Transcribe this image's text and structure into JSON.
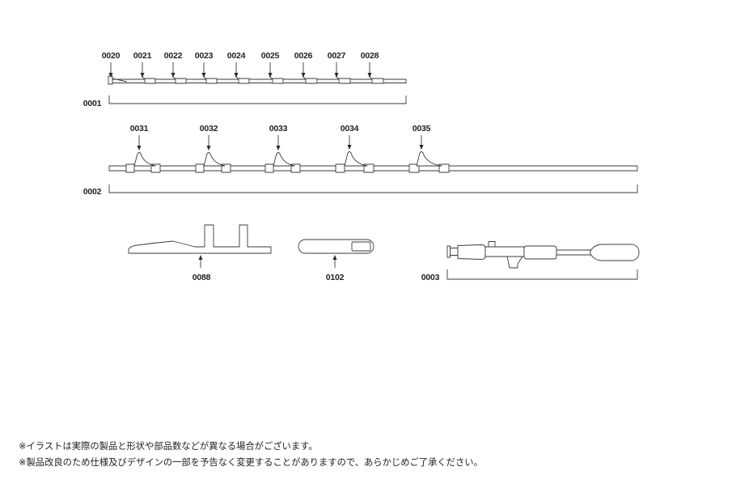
{
  "diagram": {
    "tip_section": {
      "label": "0001",
      "guides": [
        "0020",
        "0021",
        "0022",
        "0023",
        "0024",
        "0025",
        "0026",
        "0027",
        "0028"
      ]
    },
    "middle_section": {
      "label": "0002",
      "guides": [
        "0031",
        "0032",
        "0033",
        "0034",
        "0035"
      ]
    },
    "parts": [
      "0088",
      "0102"
    ],
    "handle_section": {
      "label": "0003"
    }
  },
  "notes": [
    "※イラストは実際の製品と形状や部品数などが異なる場合がございます。",
    "※製品改良のため仕様及びデザインの一部を予告なく変更することがありますので、あらかじめご了承ください。"
  ],
  "colors": {
    "line": "#3a3a3a",
    "text": "#222222",
    "background": "#ffffff"
  }
}
